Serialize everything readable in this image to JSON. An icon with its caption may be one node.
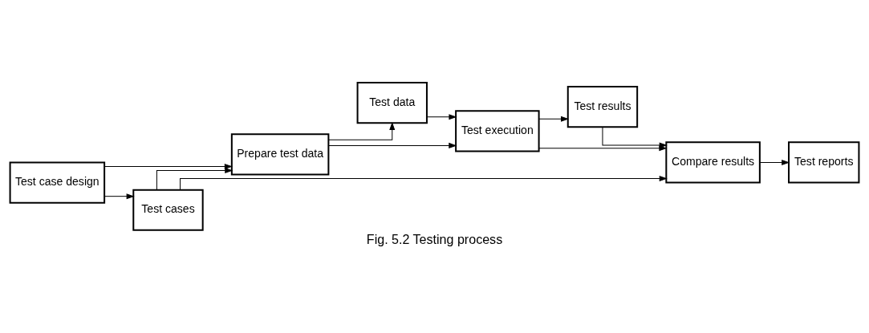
{
  "diagram": {
    "caption": "Fig. 5.2 Testing process",
    "nodes": [
      {
        "text": [
          "Test case design"
        ]
      },
      {
        "text": [
          "Test cases"
        ]
      },
      {
        "text": [
          "Prepare test data"
        ]
      },
      {
        "text": [
          "Test data"
        ]
      },
      {
        "text": [
          "Test execution"
        ]
      },
      {
        "text": [
          "Test results"
        ]
      },
      {
        "text": [
          "Compare results"
        ]
      },
      {
        "text": [
          "Test reports"
        ]
      }
    ],
    "edges": [
      {
        "from": 0,
        "to": 1,
        "arrow": "to"
      },
      {
        "from": 0,
        "to": 2,
        "arrow": "to"
      },
      {
        "from": 1,
        "to": 2,
        "arrow": "to"
      },
      {
        "from": 1,
        "to": 6,
        "arrow": "to"
      },
      {
        "from": 2,
        "to": 3,
        "arrow": "to"
      },
      {
        "from": 2,
        "to": 4,
        "arrow": "to"
      },
      {
        "from": 3,
        "to": 4,
        "arrow": "to"
      },
      {
        "from": 4,
        "to": 5,
        "arrow": "to"
      },
      {
        "from": 4,
        "to": 6,
        "arrow": "to"
      },
      {
        "from": 5,
        "to": 6,
        "arrow": "to"
      },
      {
        "from": 6,
        "to": 7,
        "arrow": "to"
      }
    ]
  }
}
